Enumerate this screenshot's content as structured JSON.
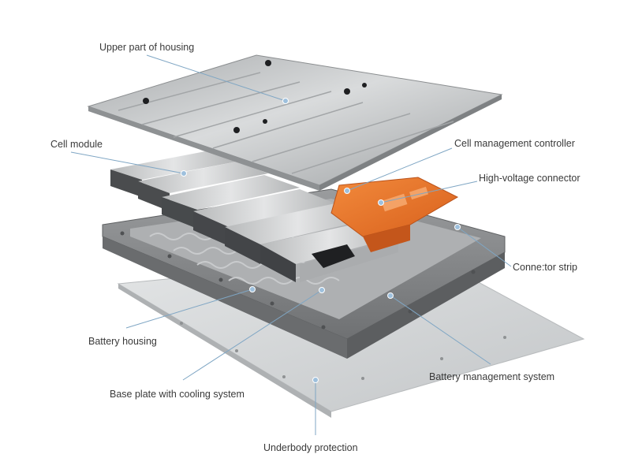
{
  "labels": {
    "upper_housing": "Upper part of housing",
    "cell_module": "Cell module",
    "cell_mgmt_controller": "Cell management controller",
    "hv_connector": "High-voltage connector",
    "connector_strip": "Conne:tor strip",
    "battery_housing": "Battery housing",
    "base_plate": "Base plate with cooling system",
    "bms": "Battery management system",
    "underbody": "Underbody protection"
  },
  "colors": {
    "label_text": "#3a3a3a",
    "leader_line": "#7fa6c4",
    "leader_dot": "#9ec0dd",
    "cover": "#b9bcbe",
    "housing": "#8d8f91",
    "module": "#c9cbcc",
    "electronics": "#e8712a",
    "base": "#d2d4d6"
  }
}
